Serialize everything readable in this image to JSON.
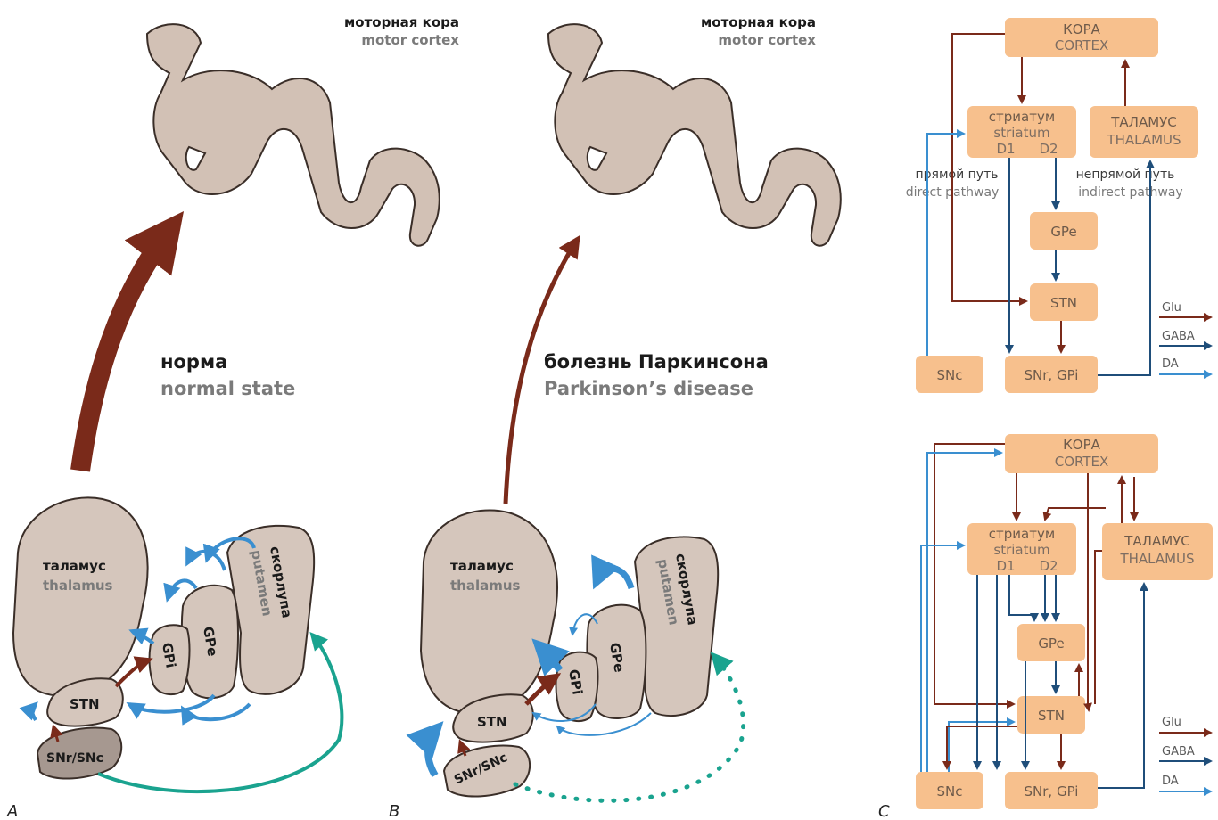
{
  "colors": {
    "glu": "#7a2a1a",
    "gaba": "#1f4e7a",
    "da": "#3a8fd0",
    "teal": "#1aa38f",
    "box": "#f7c08d",
    "structure": "#d5c6bc"
  },
  "panel_a": {
    "label": "A",
    "cortex_ru": "моторная кора",
    "cortex_en": "motor cortex",
    "state_ru": "норма",
    "state_en": "normal state",
    "thalamus_ru": "таламус",
    "thalamus_en": "thalamus",
    "putamen_ru": "скорлупа",
    "putamen_en": "putamen",
    "gpe": "GPe",
    "gpi": "GPi",
    "stn": "STN",
    "snr": "SNr/SNc"
  },
  "panel_b": {
    "label": "B",
    "cortex_ru": "моторная кора",
    "cortex_en": "motor cortex",
    "state_ru": "болезнь Паркинсона",
    "state_en": "Parkinson’s disease",
    "thalamus_ru": "таламус",
    "thalamus_en": "thalamus",
    "putamen_ru": "скорлупа",
    "putamen_en": "putamen",
    "gpe": "GPe",
    "gpi": "GPi",
    "stn": "STN",
    "snr": "SNr/SNc"
  },
  "panel_c": {
    "label": "C",
    "cortex_ru": "КОРА",
    "cortex_en": "CORTEX",
    "striatum_ru": "стриатум",
    "striatum_en": "striatum",
    "d1": "D1",
    "d2": "D2",
    "thalamus_ru": "ТАЛАМУС",
    "thalamus_en": "THALAMUS",
    "gpe": "GPe",
    "stn": "STN",
    "snc": "SNc",
    "snr_gpi": "SNr, GPi",
    "direct_ru": "прямой путь",
    "direct_en": "direct pathway",
    "indirect_ru": "непрямой путь",
    "indirect_en": "indirect pathway",
    "legend": [
      "Glu",
      "GABA",
      "DA"
    ]
  }
}
